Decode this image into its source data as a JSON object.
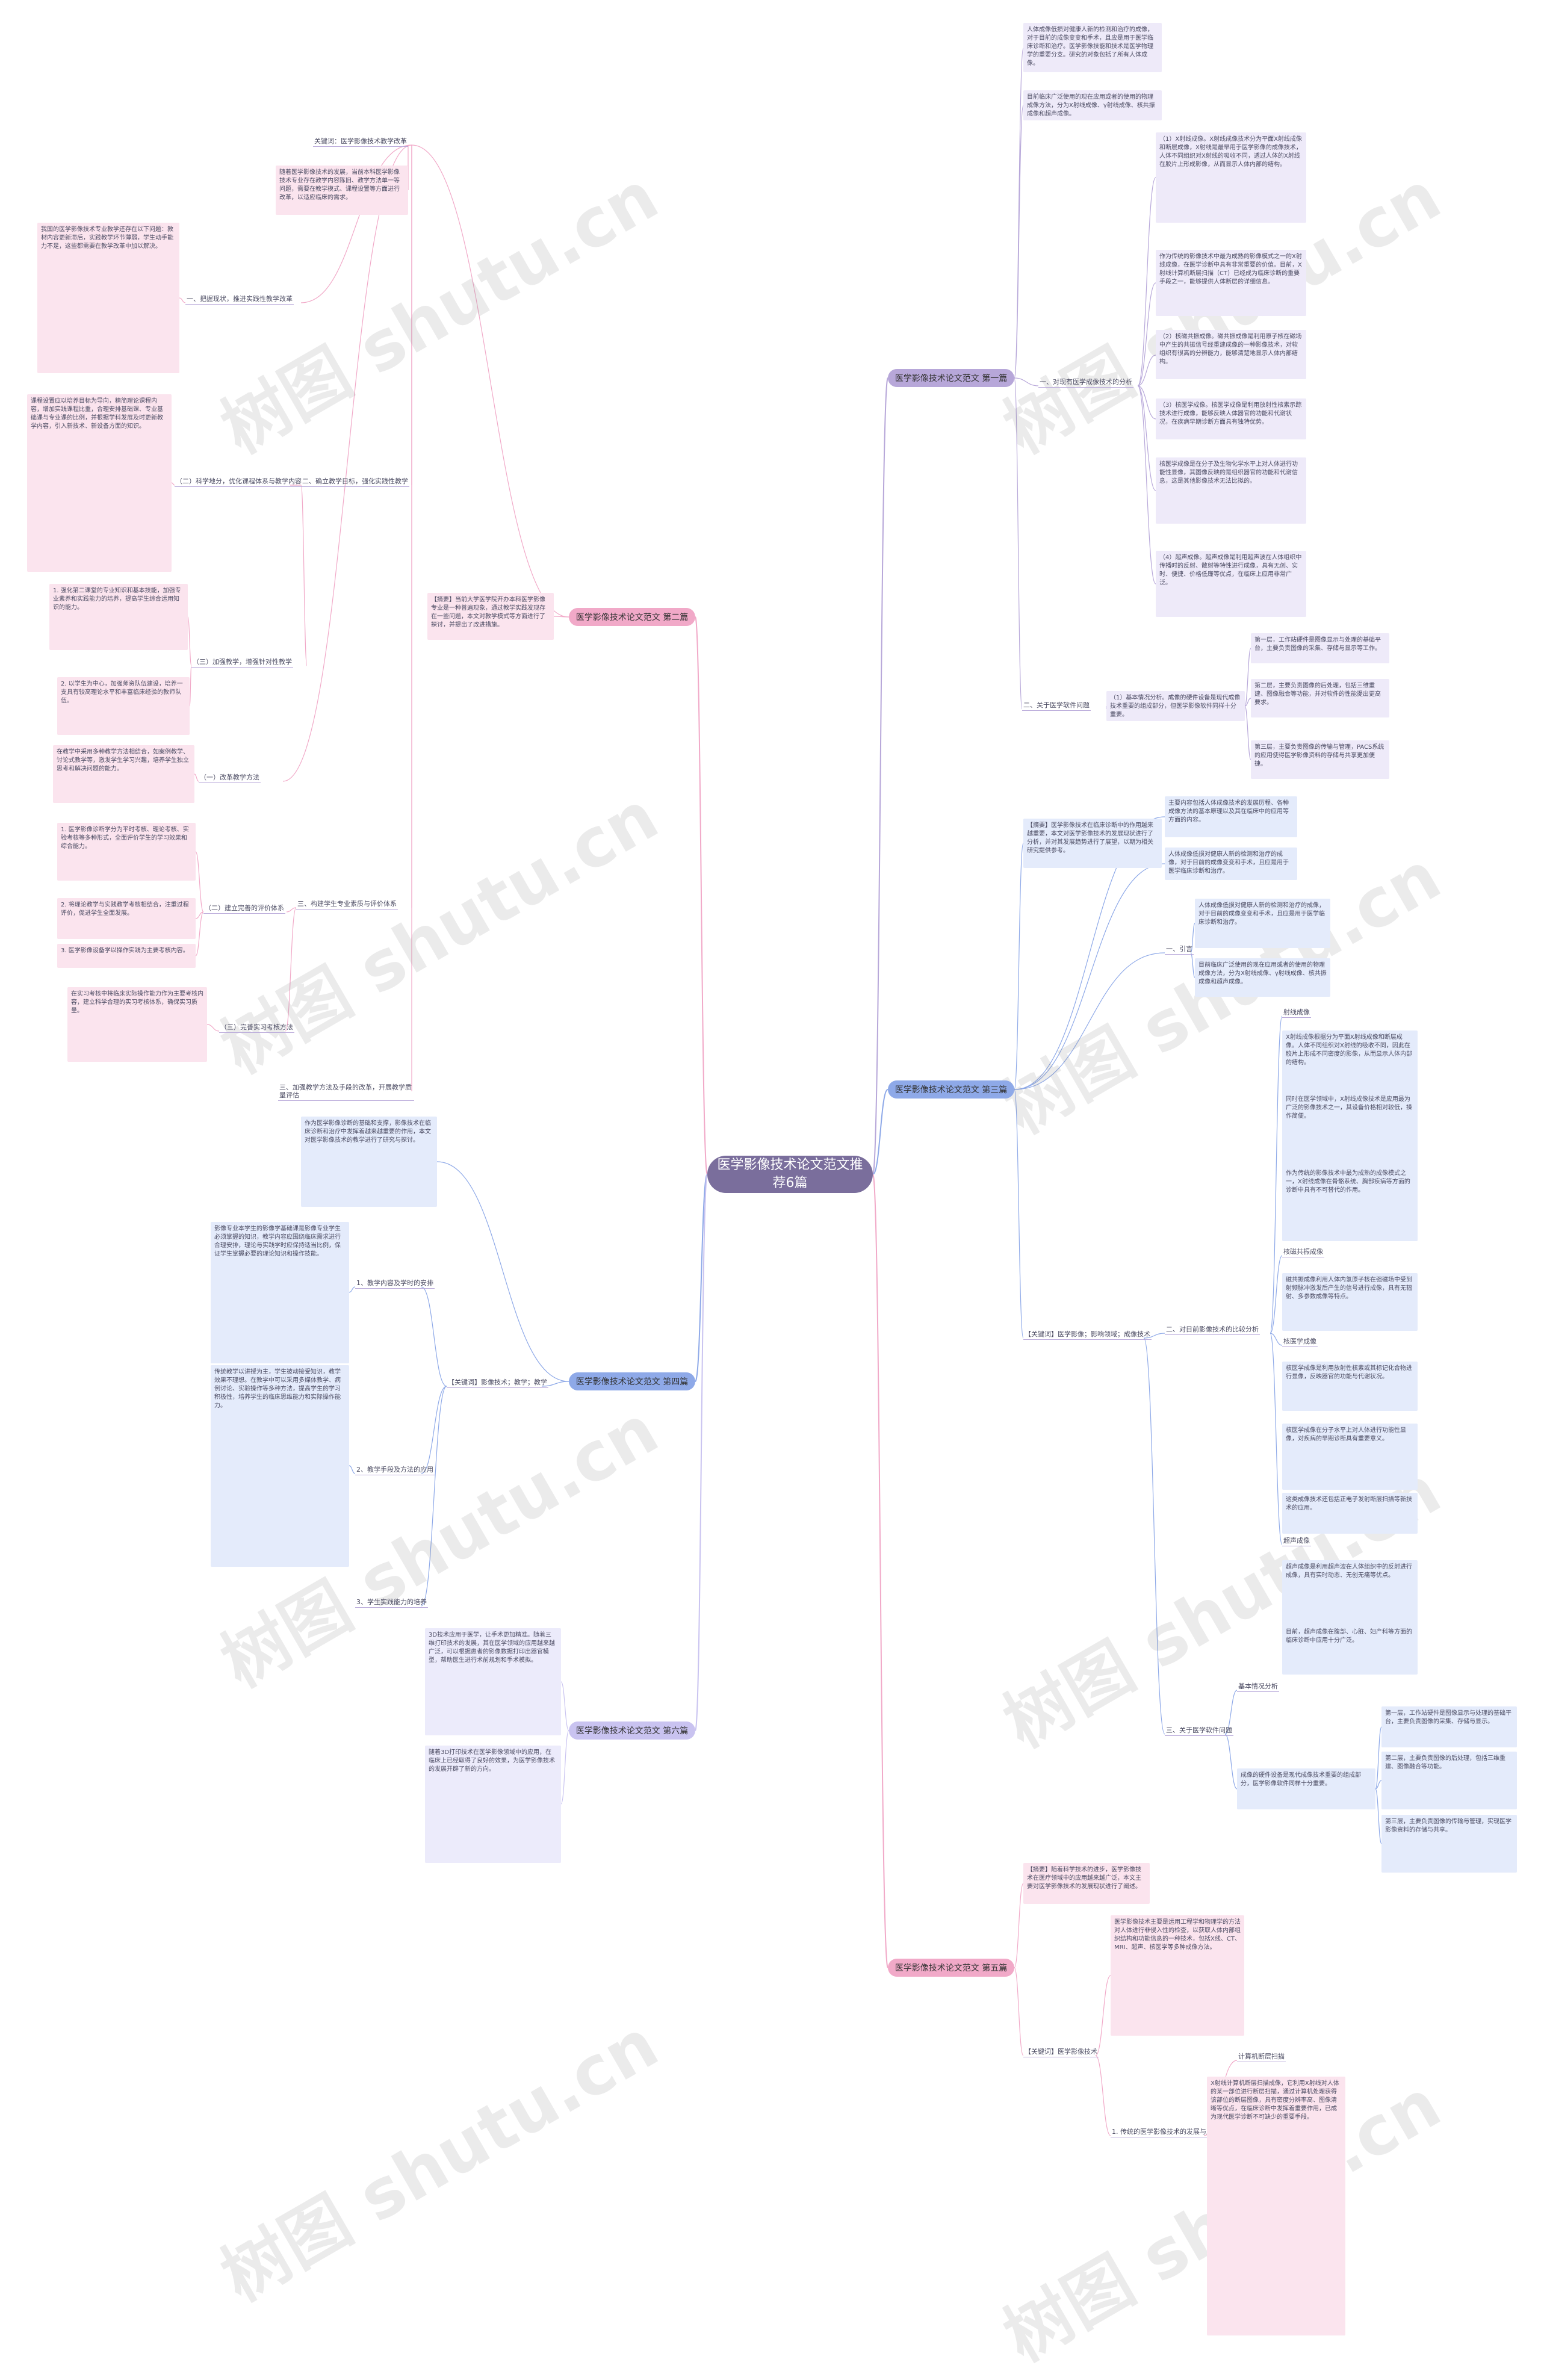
{
  "root": "医学影像技术论文范文推荐6篇",
  "watermark": "树图 shutu.cn",
  "colors": {
    "purple": "#b7a7d9",
    "pink": "#f1a9c8",
    "blue": "#8ea9e8",
    "lav": "#c9c3f0",
    "root": "#7a6e9c"
  },
  "branches": {
    "b1": "医学影像技术论文范文 第一篇",
    "b2": "医学影像技术论文范文 第二篇",
    "b3": "医学影像技术论文范文 第三篇",
    "b4": "医学影像技术论文范文 第四篇",
    "b5": "医学影像技术论文范文 第五篇",
    "b6": "医学影像技术论文范文 第六篇"
  },
  "b1": {
    "intro1": "人体成像低损对健康人新的检测和治疗的成像，对于目前的成像变变和手术，且应是用于医学临床诊断和治疗。医学影像技能和技术是医学物理学的重要分支。研究的对象包括了所有人体成像。",
    "intro2": "目前临床广泛使用的现在应用或者的使用的物理成像方法，分为X射线成像、γ射线成像、核共振成像和超声成像。",
    "sub1": "一、对现有医学成像技术的分析",
    "x1": "（1）X射线成像。X射线成像技术分为平面X射线成像和断层成像，X射线是最早用于医学影像的成像技术，人体不同组织对X射线的吸收不同，透过人体的X射线在胶片上形成影像，从而显示人体内部的结构。",
    "x2": "作为传统的影像技术中最为成熟的影像模式之一的X射线成像，在医学诊断中具有非常重要的价值。目前，X射线计算机断层扫描（CT）已经成为临床诊断的重要手段之一，能够提供人体断层的详细信息。",
    "x3": "（2）核磁共振成像。磁共振成像是利用原子核在磁场中产生的共振信号经重建成像的一种影像技术，对软组织有很高的分辨能力，能够清楚地显示人体内部结构。",
    "x4": "（3）核医学成像。核医学成像是利用放射性核素示踪技术进行成像，能够反映人体器官的功能和代谢状况，在疾病早期诊断方面具有独特优势。",
    "x5": "核医学成像是在分子及生物化学水平上对人体进行功能性显像，其图像反映的是组织器官的功能和代谢信息，这是其他影像技术无法比拟的。",
    "x6": "（4）超声成像。超声成像是利用超声波在人体组织中传播时的反射、散射等特性进行成像，具有无创、实时、便捷、价格低廉等优点，在临床上应用非常广泛。",
    "sub2": "二、关于医学软件问题",
    "sub2a": "（1）基本情况分析。成像的硬件设备是现代成像技术重要的组成部分，但医学影像软件同样十分重要。",
    "s2t1": "第一层，工作站硬件是图像显示与处理的基础平台，主要负责图像的采集、存储与显示等工作。",
    "s2t2": "第二层，主要负责图像的后处理，包括三维重建、图像融合等功能，并对软件的性能提出更高要求。",
    "s2t3": "第三层，主要负责图像的传输与管理，PACS系统的应用使得医学影像资料的存储与共享更加便捷。"
  },
  "b2": {
    "keywords": "关键词：医学影像技术教学改革",
    "intro": "【摘要】当前大学医学院开办本科医学影像专业是一种普遍现象，通过教学实践发现存在一些问题，本文对教学模式等方面进行了探讨，并提出了改进措施。",
    "s1": "一、把握现状，推进实践性教学改革",
    "s1t1": "随着医学影像技术的发展，当前本科医学影像技术专业存在教学内容陈旧、教学方法单一等问题，需要在教学模式、课程设置等方面进行改革，以适应临床的需求。",
    "s1t2": "我国的医学影像技术专业教学还存在以下问题：教材内容更新滞后，实践教学环节薄弱，学生动手能力不足，这些都需要在教学改革中加以解决。",
    "s2": "二、确立教学目标，强化实践性教学",
    "s2a": "（二）科学地分，优化课程体系与教学内容",
    "s2at": "课程设置应以培养目标为导向，精简理论课程内容，增加实践课程比重，合理安排基础课、专业基础课与专业课的比例，并根据学科发展及时更新教学内容，引入新技术、新设备方面的知识。",
    "s2b": "（三）加强教学，增强针对性教学",
    "s2bt1": "1. 强化第二课堂的专业知识和基本技能，加强专业素养和实践能力的培养，提高学生综合运用知识的能力。",
    "s2bt2": "2. 以学生为中心，加强师资队伍建设，培养一支具有较高理论水平和丰富临床经验的教师队伍。",
    "s3": "（一）改革教学方法",
    "s3t": "在教学中采用多种教学方法相结合，如案例教学、讨论式教学等，激发学生学习兴趣，培养学生独立思考和解决问题的能力。",
    "s4": "三、构建学生专业素质与评价体系",
    "s4a": "（二）建立完善的评价体系",
    "s4t1": "1. 医学影像诊断学分为平时考核、理论考核、实验考核等多种形式，全面评价学生的学习效果和综合能力。",
    "s4t2": "2. 将理论教学与实践教学考核相结合，注重过程评价，促进学生全面发展。",
    "s4t3": "3. 医学影像设备学以操作实践为主要考核内容。",
    "s4b": "（三）完善实习考核方法",
    "s4bt": "在实习考核中将临床实际操作能力作为主要考核内容，建立科学合理的实习考核体系，确保实习质量。",
    "s5": "三、加强教学方法及手段的改革，开展教学质量评估"
  },
  "b3": {
    "intro": "【摘要】医学影像技术在临床诊断中的作用越来越重要，本文对医学影像技术的发展现状进行了分析，并对其发展趋势进行了展望，以期为相关研究提供参考。",
    "intro2": "主要内容包括人体成像技术的发展历程、各种成像方法的基本原理以及其在临床中的应用等方面的内容。",
    "s1": "一、引言",
    "s1t1": "人体成像低损对健康人新的检测和治疗的成像，对于目前的成像变变和手术，且应是用于医学临床诊断和治疗。",
    "s1t2": "目前临床广泛使用的现在应用或者的使用的物理成像方法，分为X射线成像、γ射线成像、核共振成像和超声成像。",
    "kw": "【关键词】医学影像；影响领域；成像技术",
    "s2": "二、对目前影像技术的比较分析",
    "s2a": "射线成像",
    "s2at1": "X射线成像根据分为平面X射线成像和断层成像。人体不同组织对X射线的吸收不同，因此在胶片上形成不同密度的影像，从而显示人体内部的结构。",
    "s2at2": "同时在医学领域中，X射线成像技术是应用最为广泛的影像技术之一，其设备价格相对较低，操作简便。",
    "s2at3": "作为传统的影像技术中最为成熟的成像模式之一，X射线成像在骨骼系统、胸部疾病等方面的诊断中具有不可替代的作用。",
    "s2b": "核磁共振成像",
    "s2bt": "磁共振成像利用人体内氢原子核在强磁场中受到射频脉冲激发后产生的信号进行成像，具有无辐射、多参数成像等特点。",
    "s2c": "核医学成像",
    "s2ct1": "核医学成像是利用放射性核素或其标记化合物进行显像，反映器官的功能与代谢状况。",
    "s2ct2": "核医学成像在分子水平上对人体进行功能性显像，对疾病的早期诊断具有重要意义。",
    "s2ct3": "这类成像技术还包括正电子发射断层扫描等新技术的应用。",
    "s2d": "超声成像",
    "s2dt1": "超声成像是利用超声波在人体组织中的反射进行成像，具有实时动态、无创无痛等优点。",
    "s2dt2": "目前，超声成像在腹部、心脏、妇产科等方面的临床诊断中应用十分广泛。",
    "s3": "三、关于医学软件问题",
    "s3a": "基本情况分析",
    "s3t1": "第一层，工作站硬件是图像显示与处理的基础平台，主要负责图像的采集、存储与显示。",
    "s3t2": "第二层，主要负责图像的后处理，包括三维重建、图像融合等功能。",
    "s3t3": "第三层，主要负责图像的传输与管理，实现医学影像资料的存储与共享。",
    "s3b": "成像的硬件设备是现代成像技术重要的组成部分，医学影像软件同样十分重要。"
  },
  "b4": {
    "intro": "作为医学影像诊断的基础和支撑，影像技术在临床诊断和治疗中发挥着越来越重要的作用，本文对医学影像技术的教学进行了研究与探讨。",
    "kw": "【关键词】影像技术；教学；教学",
    "s1": "1、教学内容及学时的安排",
    "s1t": "影像专业本学生的影像学基础课是影像专业学生必须掌握的知识，教学内容应围绕临床需求进行合理安排，理论与实践学时应保持适当比例，保证学生掌握必要的理论知识和操作技能。",
    "s2": "2、教学手段及方法的应用",
    "s2t": "传统教学以讲授为主，学生被动接受知识，教学效果不理想。在教学中可以采用多媒体教学、病例讨论、实验操作等多种方法，提高学生的学习积极性，培养学生的临床思维能力和实际操作能力。",
    "s3": "3、学生实践能力的培养"
  },
  "b5": {
    "intro": "【摘要】随着科学技术的进步，医学影像技术在医疗领域中的应用越来越广泛，本文主要对医学影像技术的发展现状进行了阐述。",
    "kw": "【关键词】医学影像技术",
    "s1t": "医学影像技术主要是运用工程学和物理学的方法对人体进行非侵入性的检查，以获取人体内部组织结构和功能信息的一种技术，包括X线、CT、MRI、超声、核医学等多种成像方法。",
    "s2": "1. 传统的医学影像技术的发展与应用",
    "s2a": "计算机断层扫描",
    "s2at": "X射线计算机断层扫描成像，它利用X射线对人体的某一部位进行断层扫描，通过计算机处理获得该部位的断层图像，具有密度分辨率高、图像清晰等优点，在临床诊断中发挥着重要作用，已成为现代医学诊断不可缺少的重要手段。"
  },
  "b6": {
    "t1": "3D技术应用于医学，让手术更加精准。随着三维打印技术的发展，其在医学领域的应用越来越广泛，可以根据患者的影像数据打印出器官模型，帮助医生进行术前规划和手术模拟。",
    "t2": "随着3D打印技术在医学影像领域中的应用，在临床上已经取得了良好的效果，为医学影像技术的发展开辟了新的方向。"
  }
}
